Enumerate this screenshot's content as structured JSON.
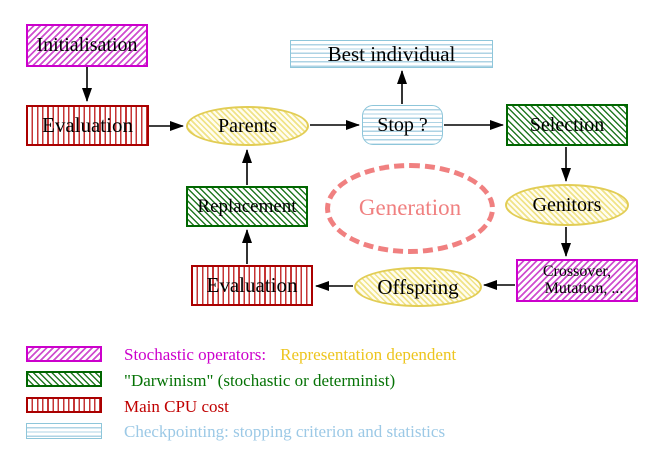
{
  "diagram": {
    "type": "flowchart",
    "topic": "Evolutionary algorithm generation cycle",
    "nodes": {
      "initialisation": "Initialisation",
      "evaluation_top": "Evaluation",
      "parents": "Parents",
      "best_individual": "Best individual",
      "stop": "Stop ?",
      "selection": "Selection",
      "genitors": "Genitors",
      "crossover_line1": "Crossover,",
      "crossover_line2": "Mutation, ...",
      "offspring": "Offspring",
      "evaluation_bottom": "Evaluation",
      "replacement": "Replacement",
      "generation": "Generation"
    },
    "edges": [
      "Initialisation -> Evaluation (top)",
      "Evaluation (top) -> Parents",
      "Parents -> Stop ?",
      "Stop ? -> Best individual",
      "Stop ? -> Selection",
      "Selection -> Genitors",
      "Genitors -> Crossover, Mutation, ...",
      "Crossover, Mutation, ... -> Offspring",
      "Offspring -> Evaluation (bottom)",
      "Evaluation (bottom) -> Replacement",
      "Replacement -> Parents"
    ],
    "legend": {
      "row1_label": "Stochastic operators:",
      "row1_label2": "Representation dependent",
      "row2_label": "\"Darwinism\" (stochastic or determinist)",
      "row3_label": "Main CPU cost",
      "row4_label": "Checkpointing: stopping criterion and statistics"
    },
    "colors": {
      "magenta": "#cc00cc",
      "green": "#006600",
      "dark_red": "#aa0000",
      "bright_red": "#c53434",
      "light_blue": "#8ec6da",
      "yellow_border": "#e2cd55",
      "yellow_hatch": "#f0e388",
      "salmon": "#f08080",
      "gold_text": "#edc51e",
      "node_text": "#000000",
      "background": "#ffffff"
    }
  }
}
